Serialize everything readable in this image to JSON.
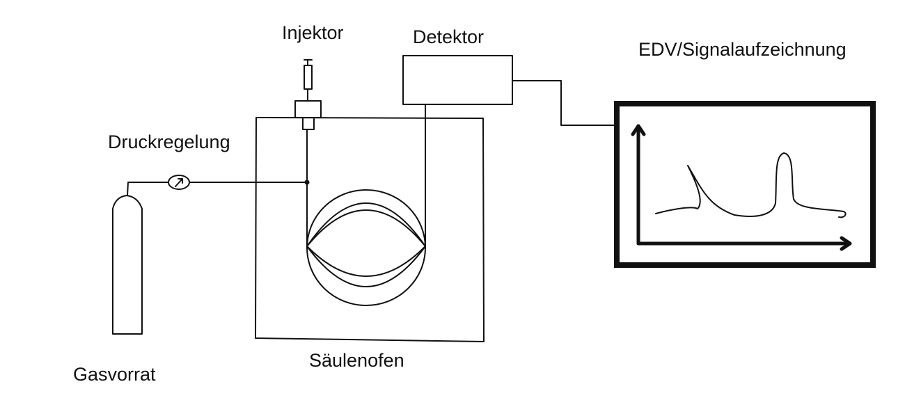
{
  "labels": {
    "injector": "Injektor",
    "detector": "Detektor",
    "data_recording": "EDV/Signalaufzeichnung",
    "pressure_control": "Druckregelung",
    "column_oven": "Säulenofen",
    "gas_supply": "Gasvorrat"
  },
  "colors": {
    "ink": "#111111",
    "background": "#ffffff"
  }
}
